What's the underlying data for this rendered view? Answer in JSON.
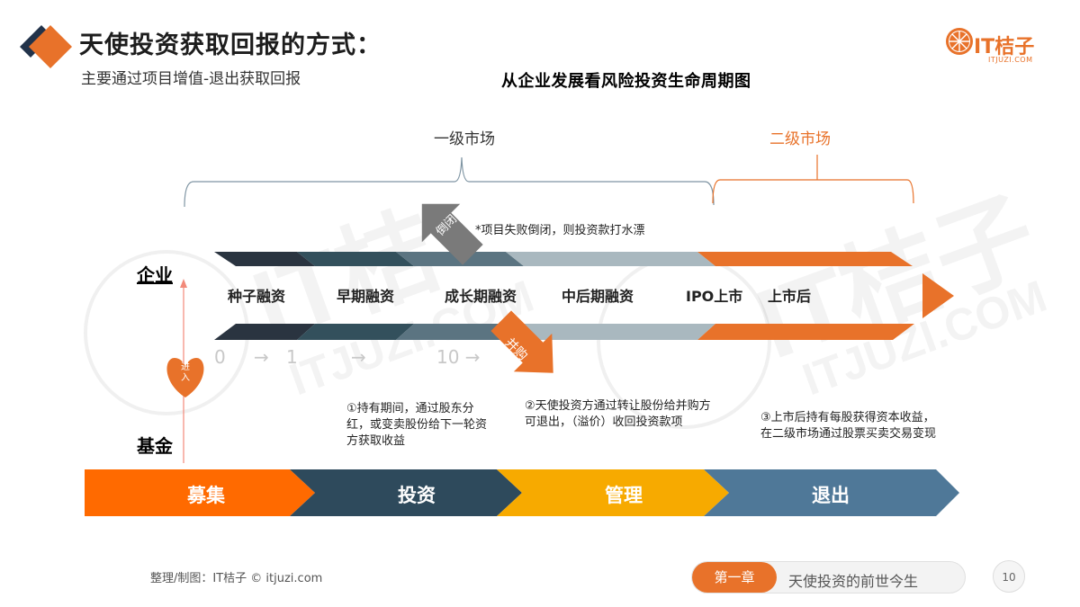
{
  "header": {
    "title": "天使投资获取回报的方式：",
    "subtitle": "主要通过项目增值-退出获取回报",
    "chart_title": "从企业发展看风险投资生命周期图"
  },
  "logo": {
    "name": "IT桔子",
    "domain": "ITJUZI.COM"
  },
  "colors": {
    "accent_orange": "#e8722a",
    "navy": "#2e4a5c",
    "dark": "#2a3440",
    "yellow": "#f7a600",
    "steel_blue": "#4f7898",
    "light_gray": "#a9b8bf"
  },
  "markets": {
    "primary": "一级市场",
    "secondary": "二级市场"
  },
  "side_labels": {
    "company": "企业",
    "fund": "基金",
    "enter": "进入"
  },
  "stages": [
    {
      "label": "种子融资"
    },
    {
      "label": "早期融资"
    },
    {
      "label": "成长期融资"
    },
    {
      "label": "中后期融资"
    },
    {
      "label": "IPO上市"
    },
    {
      "label": "上市后"
    }
  ],
  "growth_numbers": [
    "0",
    "→",
    "1",
    "→",
    "10 →"
  ],
  "arrows": {
    "failure": "倒闭",
    "failure_note": "*项目失败倒闭，则投资款打水漂",
    "acquisition": "并购"
  },
  "notes": [
    {
      "lines": [
        "①持有期间，通过股东分",
        "红，或变卖股份给下一轮资",
        "方获取收益"
      ]
    },
    {
      "lines": [
        "②天使投资方通过转让股份给并购方",
        "可退出，（溢价）收回投资款项"
      ]
    },
    {
      "lines": [
        "③上市后持有每股获得资本收益，",
        "在二级市场通过股票买卖交易变现"
      ]
    }
  ],
  "process": [
    {
      "label": "募集",
      "color": "#ff6a00"
    },
    {
      "label": "投资",
      "color": "#2e4a5c"
    },
    {
      "label": "管理",
      "color": "#f7aa00"
    },
    {
      "label": "退出",
      "color": "#4f7898"
    }
  ],
  "footer": {
    "credit": "整理/制图：IT桔子 © itjuzi.com",
    "chapter_tag": "第一章",
    "chapter_title": "天使投资的前世今生",
    "page_number": "10"
  }
}
